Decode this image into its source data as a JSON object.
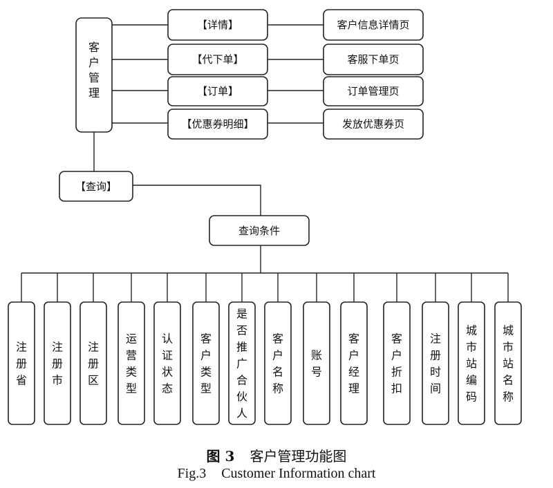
{
  "root": "客户管理",
  "actions": [
    {
      "action": "【详情】",
      "page": "客户信息详情页"
    },
    {
      "action": "【代下单】",
      "page": "客服下单页"
    },
    {
      "action": "【订单】",
      "page": "订单管理页"
    },
    {
      "action": "【优惠券明细】",
      "page": "发放优惠券页"
    }
  ],
  "query": "【查询】",
  "conditions_title": "查询条件",
  "conditions": [
    "注册省",
    "注册市",
    "注册区",
    "运营类型",
    "认证状态",
    "客户类型",
    "是否推广合伙人",
    "客户名称",
    "账号",
    "客户经理",
    "客户折扣",
    "注册时间",
    "城市站编码",
    "城市站名称"
  ],
  "caption": {
    "cn_prefix": "图 3",
    "cn_title": "客户管理功能图",
    "en_prefix": "Fig.3",
    "en_title": "Customer Information chart"
  }
}
